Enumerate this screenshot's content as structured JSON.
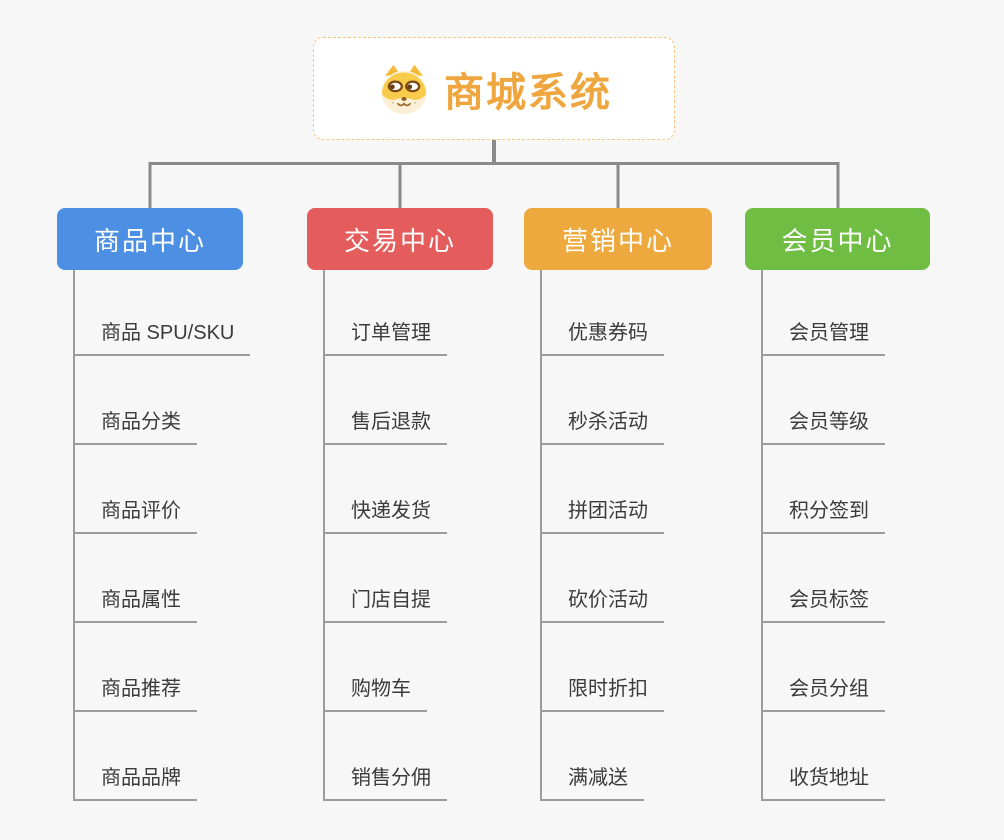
{
  "root": {
    "title": "商城系统",
    "icon": "doge-icon",
    "title_color": "#f0a63f",
    "border_color": "#f6c57e"
  },
  "branches": [
    {
      "label": "商品中心",
      "color": "#4d90e3",
      "items": [
        "商品 SPU/SKU",
        "商品分类",
        "商品评价",
        "商品属性",
        "商品推荐",
        "商品品牌"
      ]
    },
    {
      "label": "交易中心",
      "color": "#e45c5c",
      "items": [
        "订单管理",
        "售后退款",
        "快递发货",
        "门店自提",
        "购物车",
        "销售分佣"
      ]
    },
    {
      "label": "营销中心",
      "color": "#eda93e",
      "items": [
        "优惠券码",
        "秒杀活动",
        "拼团活动",
        "砍价活动",
        "限时折扣",
        "满减送"
      ]
    },
    {
      "label": "会员中心",
      "color": "#6fbe43",
      "items": [
        "会员管理",
        "会员等级",
        "积分签到",
        "会员标签",
        "会员分组",
        "收货地址"
      ]
    }
  ],
  "connector_color": "#8a8a8a",
  "line_color": "#9c9c9c",
  "background_color": "#f7f7f7"
}
